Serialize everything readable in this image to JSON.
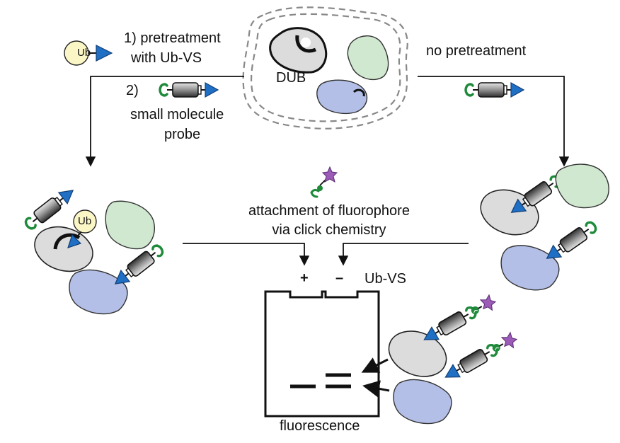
{
  "labels": {
    "step1_line1": "1) pretreatment",
    "step1_line2": "with Ub-VS",
    "step2_prefix": "2)",
    "probe_line1": "small molecule",
    "probe_line2": "probe",
    "no_pretreatment": "no pretreatment",
    "dub": "DUB",
    "ub": "Ub",
    "attachment_line1": "attachment of fluorophore",
    "attachment_line2": "via click chemistry",
    "lane_plus": "+",
    "lane_minus": "–",
    "ubvs": "Ub-VS",
    "fluorescence": "fluorescence"
  },
  "colors": {
    "dub_gray": "#dcdcdc",
    "protein_green": "#cfe8cf",
    "protein_blue": "#b3bfe6",
    "ub_yellow": "#fbf6c6",
    "warhead_blue": "#1f6fc5",
    "alkyne_green": "#1e8a3a",
    "fluor_purple": "#9b5bb7"
  }
}
